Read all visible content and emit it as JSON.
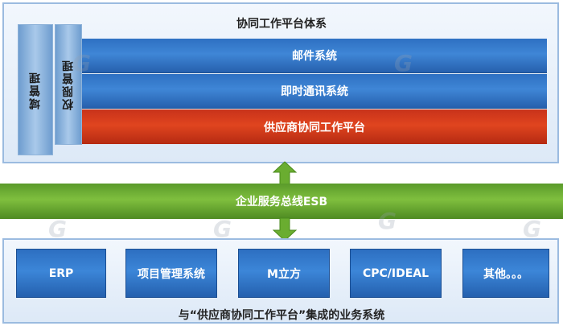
{
  "top_panel": {
    "title": "协同工作平台体系"
  },
  "side_columns": {
    "domain": "域管理",
    "permission": "权限管理"
  },
  "bars": {
    "mail": "邮件系统",
    "im": "即时通讯系统",
    "supply": "供应商协同工作平台"
  },
  "esb": {
    "label": "企业服务总线ESB"
  },
  "bottom_panel": {
    "title": "与“供应商协同工作平台”集成的业务系统",
    "systems": [
      "ERP",
      "项目管理系统",
      "M立方",
      "CPC/IDEAL",
      "其他。。。"
    ]
  },
  "colors": {
    "blue_bar": "#3f86d6",
    "red_bar": "#e0451f",
    "green_esb": "#7fbf3e",
    "panel_border": "#9bbbe0"
  }
}
